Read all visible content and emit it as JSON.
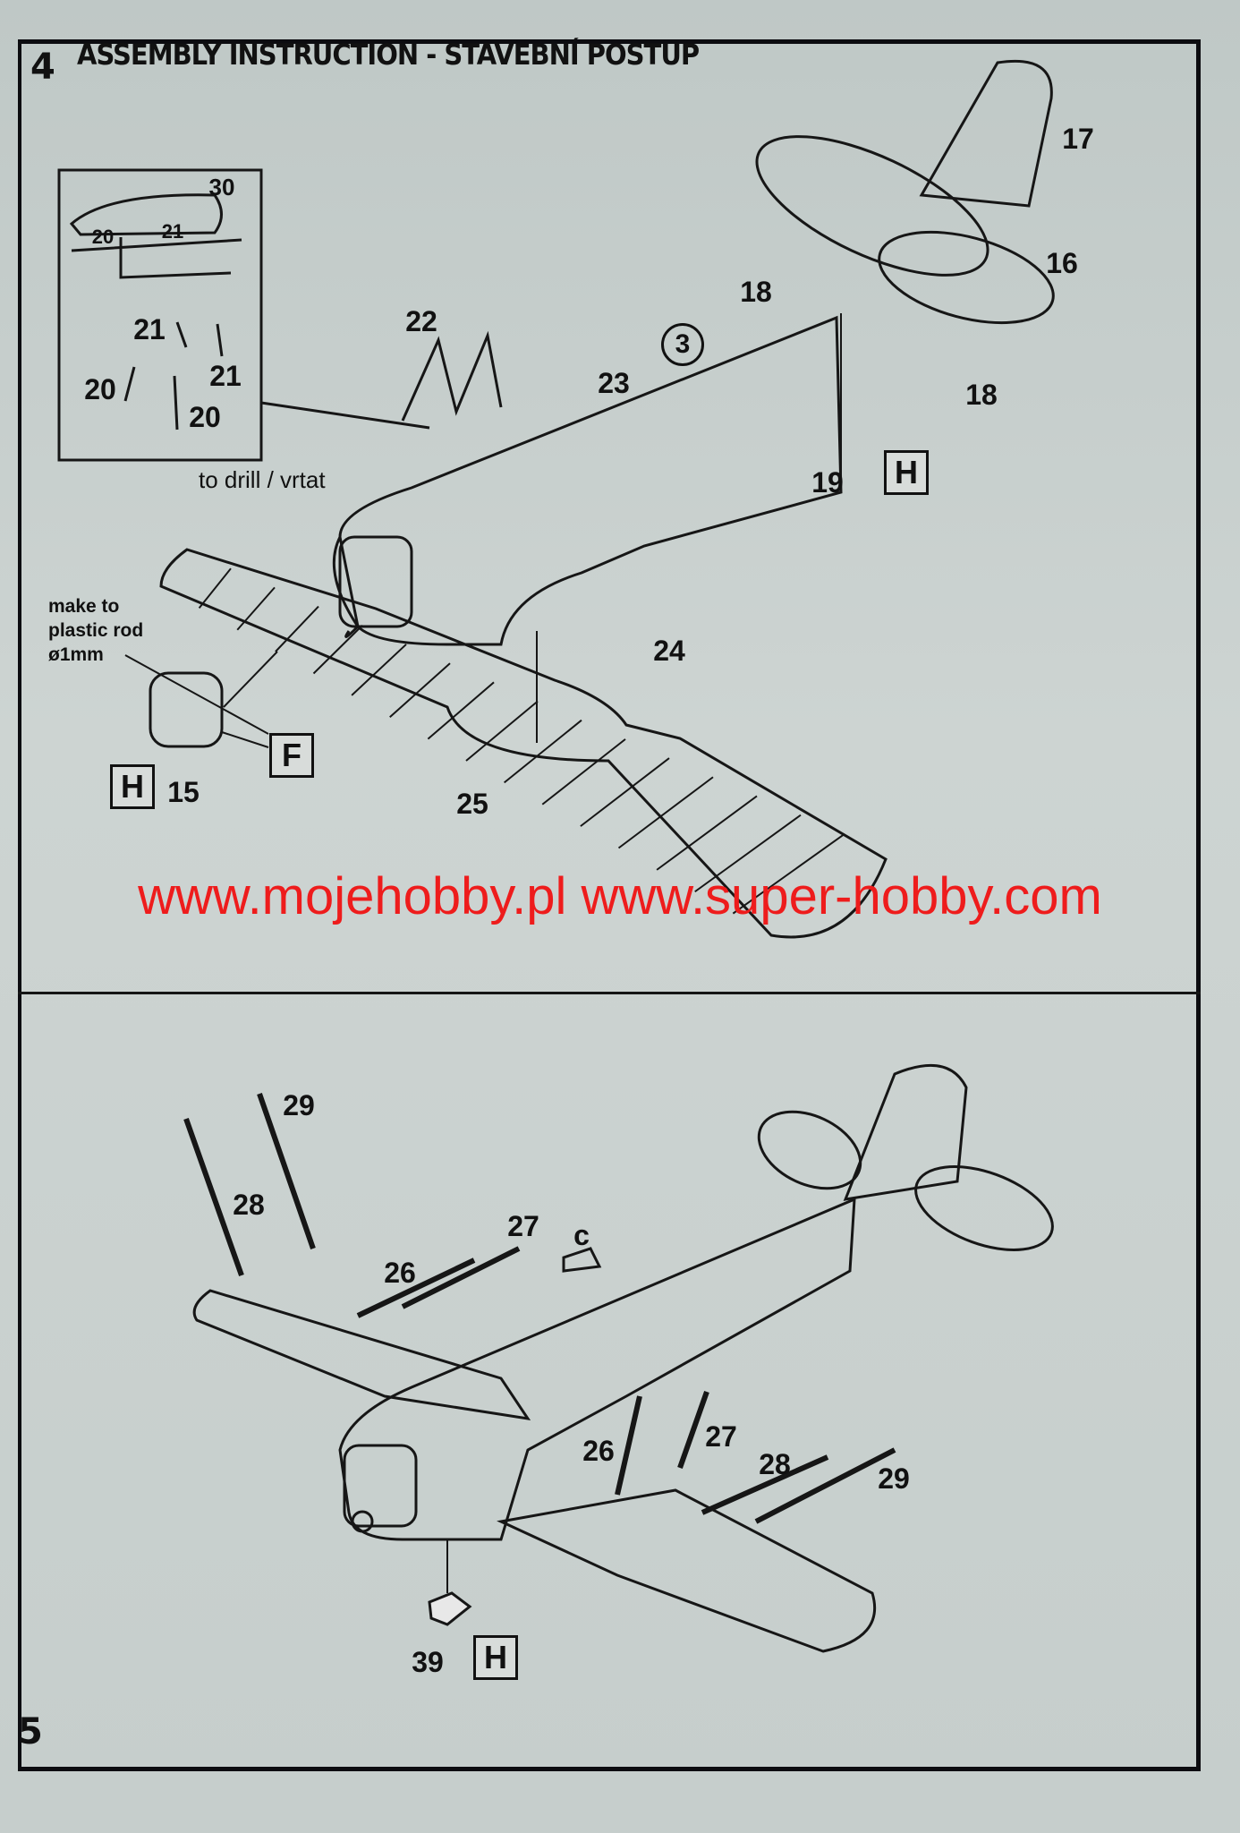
{
  "header": {
    "step_number": "4",
    "title": "ASSEMBLY INSTRUCTION - STAVEBNÍ POSTUP"
  },
  "footer": {
    "page_number": "5"
  },
  "watermark": "www.mojehobby.pl www.super-hobby.com",
  "step_upper": {
    "inset_labels": [
      "30",
      "20",
      "21",
      "21",
      "21",
      "20",
      "20"
    ],
    "part_labels": {
      "p22": "22",
      "p23": "23",
      "p17": "17",
      "p16": "16",
      "p18a": "18",
      "p18b": "18",
      "p19": "19",
      "p24": "24",
      "p25": "25",
      "p15": "15"
    },
    "subassembly": "3",
    "drill_note": "to drill / vrtat",
    "rod_note": [
      "make to",
      "plastic rod",
      "ø1mm"
    ],
    "sprue_boxes": {
      "h1": "H",
      "f": "F",
      "h2": "H"
    }
  },
  "step_lower": {
    "part_labels": {
      "p29a": "29",
      "p28a": "28",
      "p27a": "27",
      "c": "c",
      "p26a": "26",
      "p26b": "26",
      "p27b": "27",
      "p28b": "28",
      "p29b": "29",
      "p39": "39"
    },
    "sprue_box": "H"
  }
}
